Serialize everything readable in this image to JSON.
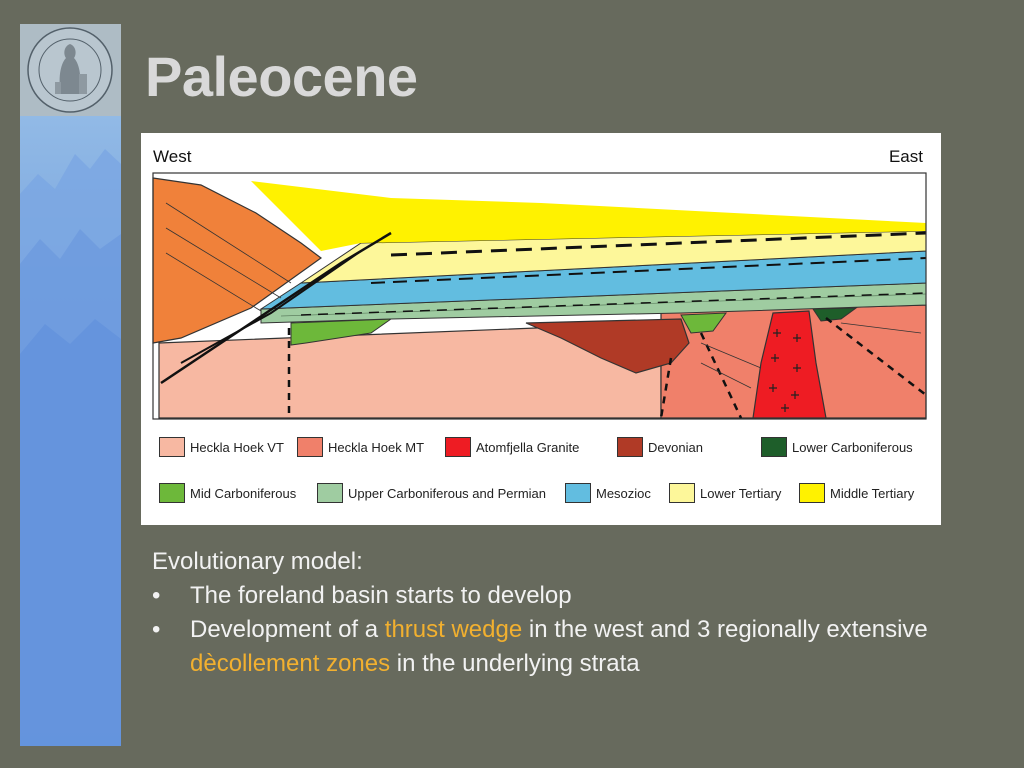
{
  "slide": {
    "title": "Paleocene"
  },
  "figure": {
    "west_label": "West",
    "east_label": "East",
    "legend": [
      {
        "label": "Heckla Hoek VT",
        "color": "#f7b8a2"
      },
      {
        "label": "Heckla Hoek MT",
        "color": "#f0806a"
      },
      {
        "label": "Atomfjella Granite",
        "color": "#ee1c23"
      },
      {
        "label": "Devonian",
        "color": "#b03a26"
      },
      {
        "label": "Lower Carboniferous",
        "color": "#1e5e2a"
      },
      {
        "label": "Mid Carboniferous",
        "color": "#6db83a"
      },
      {
        "label": "Upper Carboniferous and Permian",
        "color": "#9fcca1"
      },
      {
        "label": "Mesozioc",
        "color": "#62bde0"
      },
      {
        "label": "Lower Tertiary",
        "color": "#fdf79a"
      },
      {
        "label": "Middle Tertiary",
        "color": "#fff200"
      }
    ]
  },
  "text": {
    "heading": "Evolutionary model:",
    "bullet_marker": "•",
    "bullet1": "The foreland basin starts to develop",
    "bullet2_part1": "Development of a ",
    "bullet2_highlight1": "thrust wedge",
    "bullet2_part2": " in the west and 3 regionally extensive ",
    "bullet2_highlight2": "dècollement zones",
    "bullet2_part3": " in the underlying strata"
  }
}
